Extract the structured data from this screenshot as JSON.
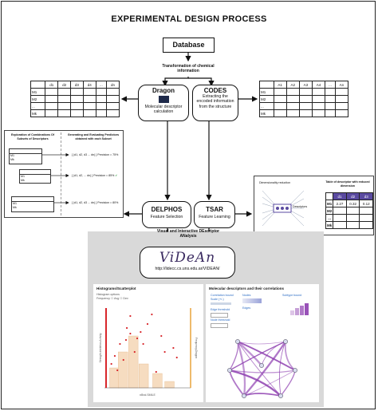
{
  "title": "EXPERIMENTAL  DESIGN PROCESS",
  "database": "Database",
  "transformation": "Transformation of chemical information",
  "dragon": {
    "name": "Dragon",
    "desc": "Molecular descriptor calculation"
  },
  "codes": {
    "name": "CODES",
    "desc": "Extracting the encoded information from the structure"
  },
  "left_table": {
    "headers": [
      "d1",
      "d2",
      "d3",
      "d4",
      "...",
      "dn"
    ],
    "rows": [
      "M1",
      "M2",
      "...",
      "Mk"
    ]
  },
  "right_table": {
    "headers": [
      "A1",
      "A2",
      "A3",
      "A4",
      "...",
      "An"
    ],
    "rows": [
      "M1",
      "M2",
      "...",
      "Mk"
    ]
  },
  "exploration": {
    "left_title": "Exploration of Combinations Of Subsets of Descriptors",
    "right_title": "Generating and Evaluating Predictors obtained with each Subset",
    "predictors": [
      {
        "set": "{ |d1, d2, d3 ... dn| }",
        "precision": "Precision = 75%"
      },
      {
        "set": "{ |d1, d2, ... dn| }",
        "precision": "Precision = 85%"
      },
      {
        "set": "{ |d1, d2, d3 ... dn| }",
        "precision": "Precision = 80%"
      }
    ],
    "mini_rows": [
      "M1",
      "Mk"
    ]
  },
  "delphos": {
    "name": "DELPHOS",
    "desc": "Feature Selection"
  },
  "tsar": {
    "name": "TSAR",
    "desc": "Feature Learning"
  },
  "dimred": {
    "label": "Dimensionality reduction",
    "descriptors": "Descriptors",
    "table_title": "Table of descriptor with reduced dimension",
    "headers": [
      "d1",
      "d2",
      "d3"
    ],
    "rows": [
      {
        "name": "M1",
        "vals": [
          "2.27",
          "0.32",
          "0.12"
        ]
      },
      {
        "name": "M2",
        "vals": [
          "",
          "",
          ""
        ]
      },
      {
        "name": "...",
        "vals": [
          "",
          "",
          ""
        ]
      },
      {
        "name": "Mk",
        "vals": [
          "",
          "",
          ""
        ]
      }
    ]
  },
  "videan": {
    "caption": "Visual and Interactive DEscriptor ANalysis",
    "logo": "ViDeAn",
    "url": "http://lidecc.cs.uns.edu.ar/VIDEAN/"
  },
  "histogram": {
    "title": "Histograms/Scatterplot",
    "options_label": "Histogram options",
    "options": "Frequency  ☐ Avg  ☐ Dev",
    "xlabel": "nBnd.SMILE",
    "ylabel": "Strength.Inhibition.Activity",
    "ylabel2": "Frequency.Dragon"
  },
  "molecular": {
    "title": "Molecular descriptors and their correlations",
    "labels": [
      "Correlation bound",
      "Scale (+/-)",
      "Edge threshold",
      "Node threshold",
      "Nodes",
      "Edges",
      "Subtype bound"
    ]
  },
  "colors": {
    "red": "#d8262b",
    "orange": "#e8a23a",
    "purple": "#8e3fb0",
    "bar": "#f6dcc0"
  }
}
